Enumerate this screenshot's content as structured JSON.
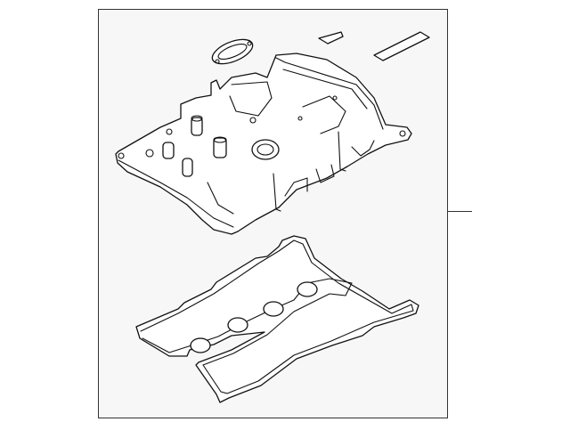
{
  "diagram": {
    "kind": "exploded parts illustration",
    "parts": [
      "valve-cover",
      "valve-cover-gasket",
      "port-gasket",
      "seal-strip-small",
      "seal-strip-long"
    ],
    "colors": {
      "line": "#111111",
      "frame_fill": "#f7f7f7",
      "background": "#ffffff"
    }
  }
}
